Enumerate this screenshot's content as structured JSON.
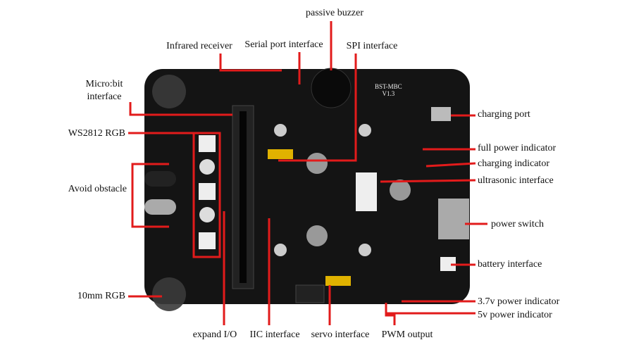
{
  "board": {
    "model": "BST-MBC",
    "version": "V1.3",
    "color": "#111111"
  },
  "leader_color": "#e21b1b",
  "labels": {
    "passive_buzzer": "passive buzzer",
    "infrared_receiver": "Infrared receiver",
    "serial_port": "Serial port interface",
    "spi": "SPI interface",
    "microbit_line1": "Micro:bit",
    "microbit_line2": "interface",
    "ws2812": "WS2812 RGB",
    "avoid_obstacle": "Avoid obstacle",
    "rgb_10mm": "10mm RGB",
    "expand_io": "expand I/O",
    "iic": "IIC interface",
    "servo": "servo interface",
    "pwm": "PWM output",
    "charging_port": "charging port",
    "full_power": "full power indicator",
    "charging_indicator": "charging indicator",
    "ultrasonic": "ultrasonic interface",
    "power_switch": "power switch",
    "battery": "battery interface",
    "p37v": "3.7v power indicator",
    "p5v": "5v power indicator"
  }
}
